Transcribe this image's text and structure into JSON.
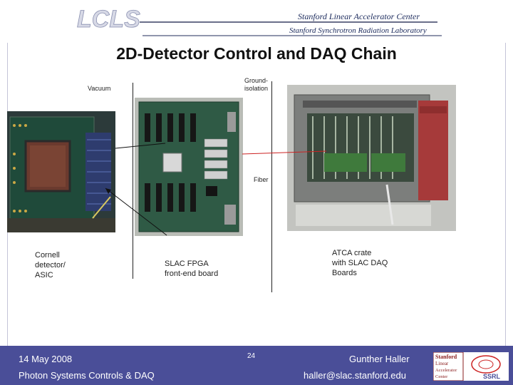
{
  "header": {
    "logo_text": "LCLS",
    "org_line1": "Stanford Linear Accelerator Center",
    "org_line2": "Stanford Synchrotron Radiation Laboratory"
  },
  "slide": {
    "title": "2D-Detector Control and DAQ Chain",
    "labels": {
      "vacuum": "Vacuum",
      "ground_isolation_line1": "Ground-",
      "ground_isolation_line2": "isolation",
      "fiber": "Fiber"
    },
    "captions": {
      "cornell": [
        "Cornell",
        "detector/",
        "ASIC"
      ],
      "slac_fpga": [
        "SLAC FPGA",
        "front-end board"
      ],
      "atca": [
        "ATCA crate",
        "with SLAC DAQ",
        "Boards"
      ]
    }
  },
  "footer": {
    "date": "14 May 2008",
    "subtitle": "Photon Systems Controls & DAQ",
    "page_number": "24",
    "author": "Gunther Haller",
    "email": "haller@slac.stanford.edu",
    "logo_lines": [
      "Stanford",
      "Linear",
      "Accelerator",
      "Center"
    ],
    "ssrl": "SSRL"
  },
  "colors": {
    "footer_bg": "#4a4e98",
    "fiber_line": "#cc2222"
  }
}
